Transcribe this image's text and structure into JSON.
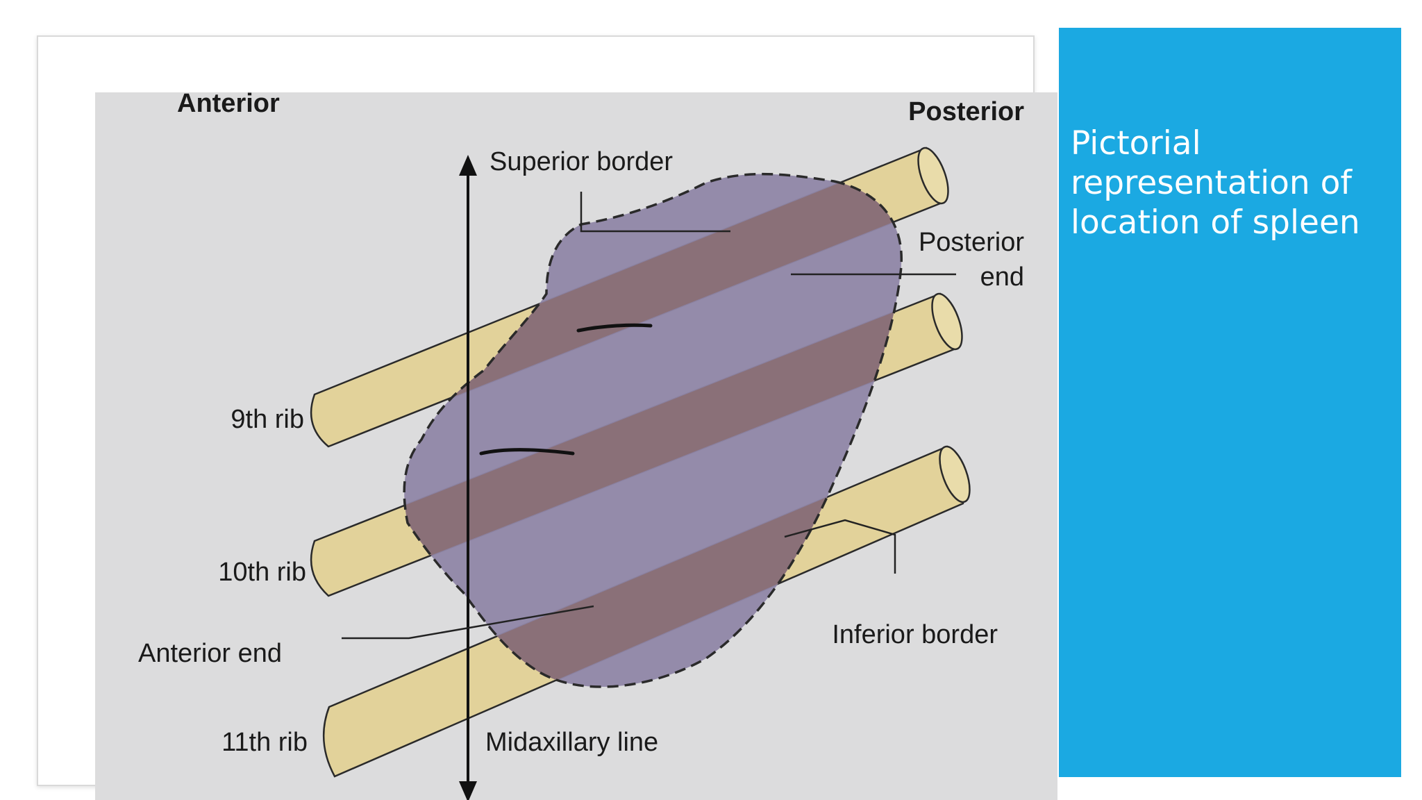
{
  "caption": {
    "text": "Pictorial representation of location of spleen"
  },
  "diagram": {
    "labels": {
      "anterior": "Anterior",
      "posterior": "Posterior",
      "superior_border": "Superior border",
      "posterior_end_1": "Posterior",
      "posterior_end_2": "end",
      "rib_9": "9th rib",
      "rib_10": "10th rib",
      "rib_11": "11th rib",
      "anterior_end": "Anterior end",
      "inferior_border": "Inferior border",
      "midaxillary_line": "Midaxillary line"
    },
    "colors": {
      "background": "#dcdcdd",
      "rib_fill": "#e2d29a",
      "rib_stroke": "#2a2a2a",
      "spleen_fill": "#8f86a6",
      "spleen_over_rib": "#8a7078",
      "accent": "#1ba9e2"
    }
  }
}
